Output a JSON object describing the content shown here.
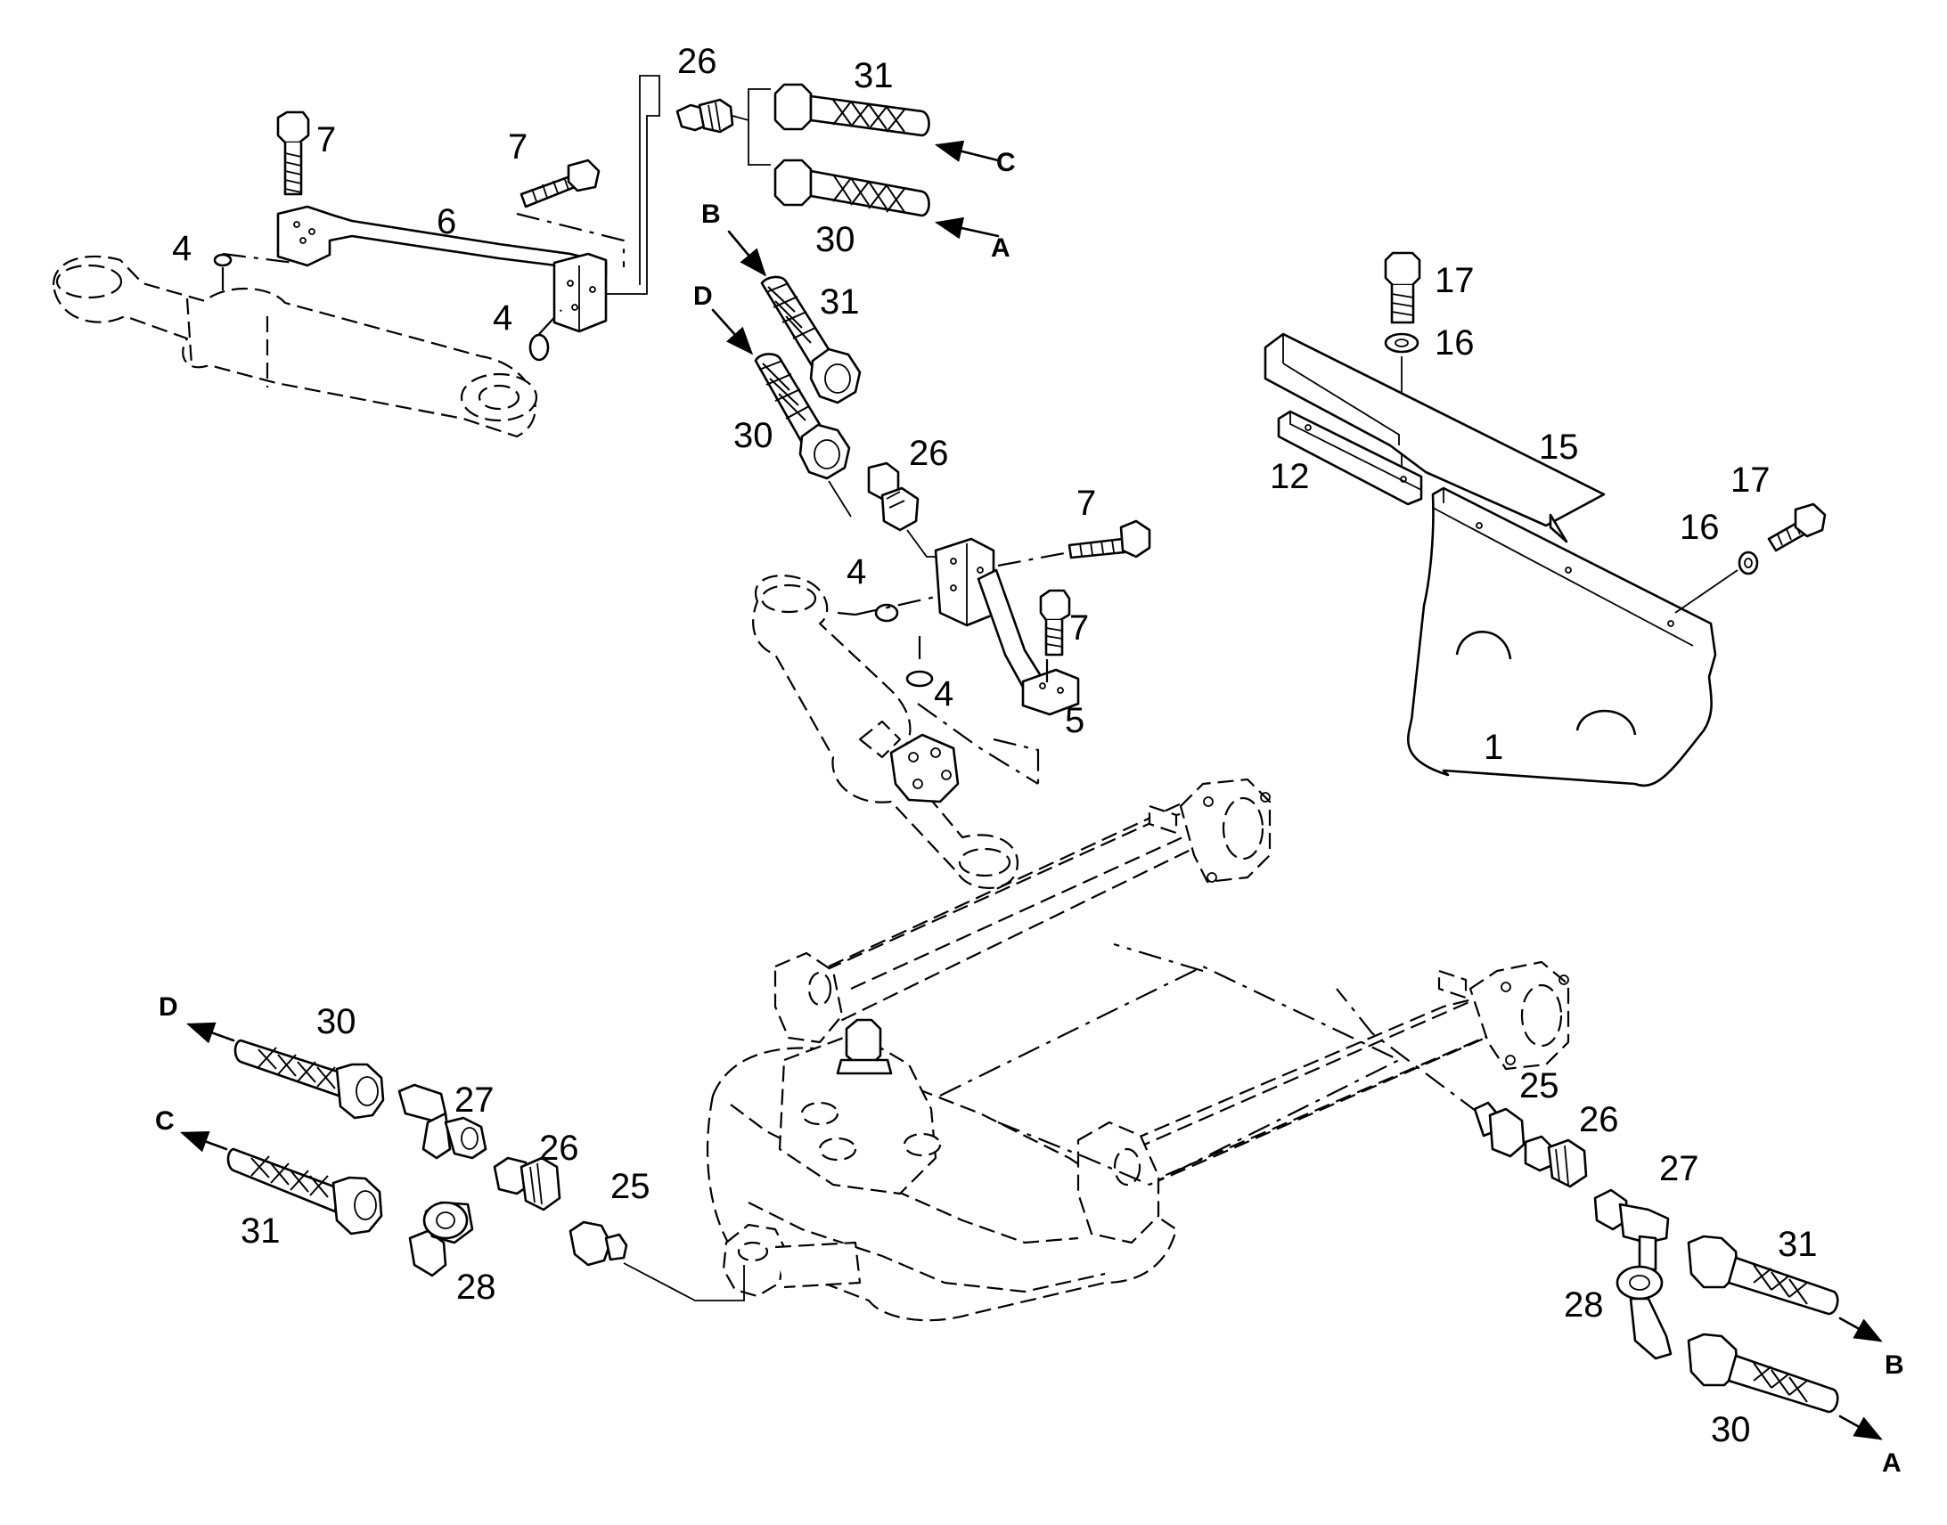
{
  "callouts": {
    "c1": "1",
    "c4a": "4",
    "c4b": "4",
    "c4c": "4",
    "c4d": "4",
    "c5": "5",
    "c6": "6",
    "c7a": "7",
    "c7b": "7",
    "c7c": "7",
    "c7d": "7",
    "c12": "12",
    "c15": "15",
    "c16a": "16",
    "c16b": "16",
    "c17a": "17",
    "c17b": "17",
    "c25a": "25",
    "c25b": "25",
    "c26a": "26",
    "c26b": "26",
    "c26c": "26",
    "c26d": "26",
    "c27a": "27",
    "c27b": "27",
    "c28a": "28",
    "c28b": "28",
    "c30a": "30",
    "c30b": "30",
    "c30c": "30",
    "c30d": "30",
    "c31a": "31",
    "c31b": "31",
    "c31c": "31",
    "c31d": "31"
  },
  "connections": {
    "top_a": "A",
    "top_b": "B",
    "top_c": "C",
    "top_d": "D",
    "left_c": "C",
    "left_d": "D",
    "right_a": "A",
    "right_b": "B"
  }
}
